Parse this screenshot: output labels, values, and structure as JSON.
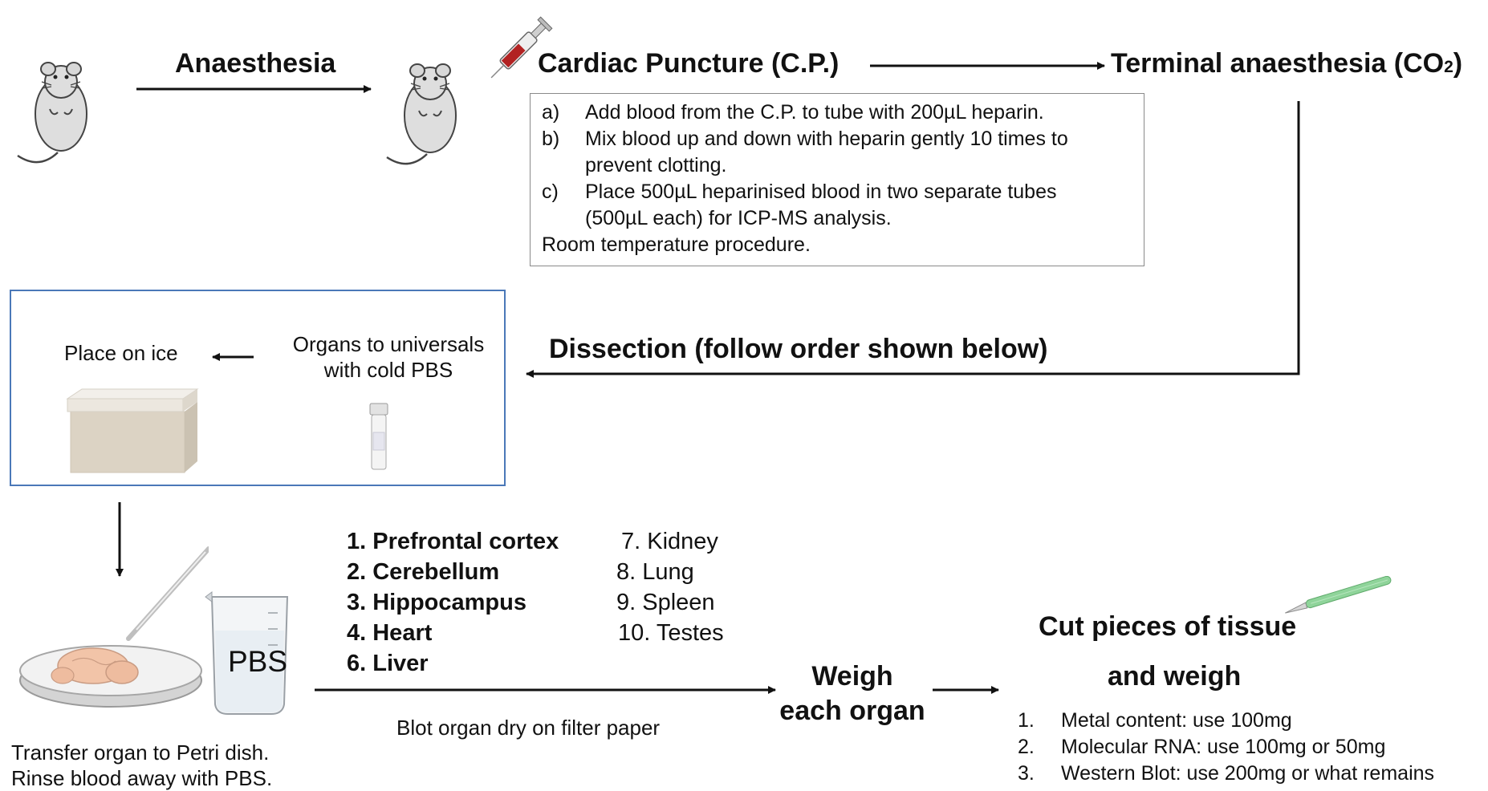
{
  "steps": {
    "anaesthesia": "Anaesthesia",
    "cardiac_puncture": "Cardiac Puncture (C.P.)",
    "terminal_anaesthesia": "Terminal anaesthesia (CO",
    "terminal_sub": "2",
    "terminal_close": ")",
    "dissection": "Dissection (follow order shown below)",
    "place_on_ice": "Place on ice",
    "organs_to_universals_1": "Organs to universals",
    "organs_to_universals_2": "with cold PBS",
    "pbs_label": "PBS",
    "transfer_1": "Transfer organ to Petri dish.",
    "transfer_2": "Rinse blood away with PBS.",
    "blot": "Blot organ dry on filter paper",
    "weigh_1": "Weigh",
    "weigh_2": "each organ",
    "cut_1": "Cut pieces of tissue",
    "cut_2": "and weigh"
  },
  "cp_instructions": [
    {
      "marker": "a)",
      "lines": [
        "Add blood from the C.P. to tube with 200µL heparin."
      ]
    },
    {
      "marker": "b)",
      "lines": [
        "Mix blood up and down with heparin gently 10 times to",
        "prevent clotting."
      ]
    },
    {
      "marker": "c)",
      "lines": [
        "Place 500µL heparinised blood in two separate tubes",
        "(500µL each) for ICP-MS analysis."
      ]
    }
  ],
  "cp_note": "Room temperature procedure.",
  "organs_left": [
    "1. Prefrontal cortex",
    "2. Cerebellum",
    "3. Hippocampus",
    "4. Heart",
    "6. Liver"
  ],
  "organs_right": [
    "7. Kidney",
    "8. Lung",
    "9. Spleen",
    "10. Testes"
  ],
  "uses": [
    {
      "marker": "1.",
      "text": "Metal content: use 100mg"
    },
    {
      "marker": "2.",
      "text": "Molecular RNA: use 100mg or 50mg"
    },
    {
      "marker": "3.",
      "text": "Western Blot: use 200mg or what remains"
    }
  ],
  "colors": {
    "frame_blue": "#4a78b8",
    "syringe_red": "#b22222",
    "scalpel_green": "#8fd49a",
    "brain_pink": "#f2c4a8"
  }
}
